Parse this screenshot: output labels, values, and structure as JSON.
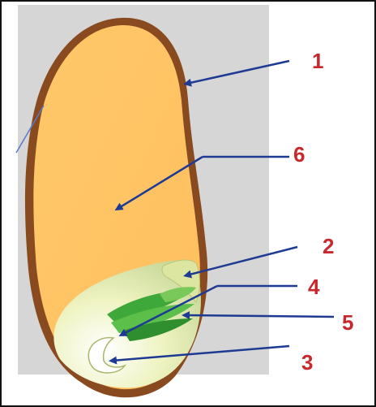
{
  "diagram": {
    "labels": [
      {
        "id": "1",
        "text": "1"
      },
      {
        "id": "2",
        "text": "2"
      },
      {
        "id": "3",
        "text": "3"
      },
      {
        "id": "4",
        "text": "4"
      },
      {
        "id": "5",
        "text": "5"
      },
      {
        "id": "6",
        "text": "6"
      }
    ]
  },
  "colors": {
    "label": "#c8282d",
    "arrow": "#1f3a93",
    "background_panel": "#d6d6d6",
    "seed_coat": "#8a4a1f",
    "endosperm": "#ffc466",
    "embryo_base": "#e9efb0",
    "leaf_green": "#3fa83a"
  }
}
